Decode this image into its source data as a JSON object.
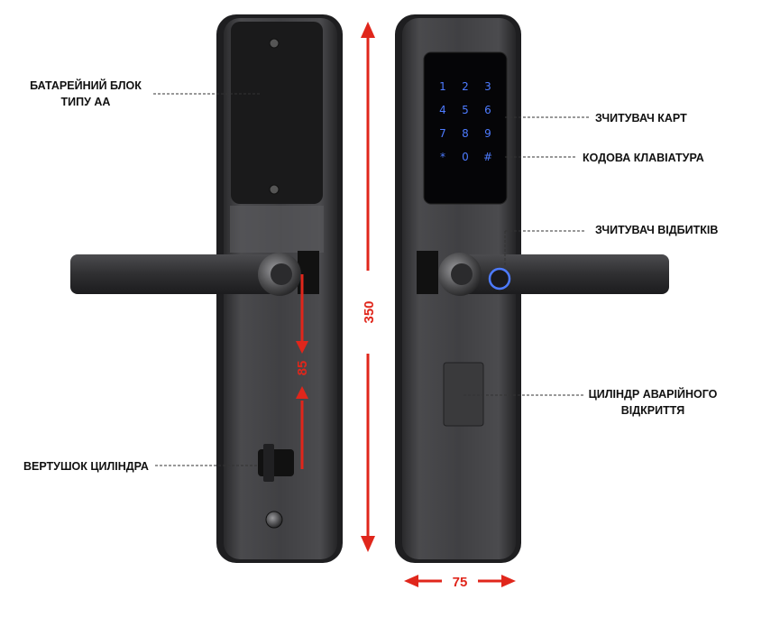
{
  "labels": {
    "battery_line1": "БАТАРЕЙНИЙ БЛОК",
    "battery_line2": "ТИПУ  АА",
    "cylinder_turn": "ВЕРТУШОК ЦИЛІНДРА",
    "card_reader": "ЗЧИТУВАЧ КАРТ",
    "keypad": "КОДОВА КЛАВІАТУРА",
    "fingerprint": "ЗЧИТУВАЧ ВІДБИТКІВ",
    "emergency_line1": "ЦИЛІНДР АВАРІЙНОГО",
    "emergency_line2": "ВІДКРИТТЯ"
  },
  "dimensions": {
    "height": "350",
    "width": "75",
    "handle_offset": "85"
  },
  "keypad": {
    "keys": [
      "1",
      "2",
      "3",
      "4",
      "5",
      "6",
      "7",
      "8",
      "9",
      "*",
      "0",
      "#"
    ]
  },
  "colors": {
    "dimension_red": "#e0261b",
    "lock_body": "#3c3c3e",
    "key_blue": "#4d7bff"
  }
}
